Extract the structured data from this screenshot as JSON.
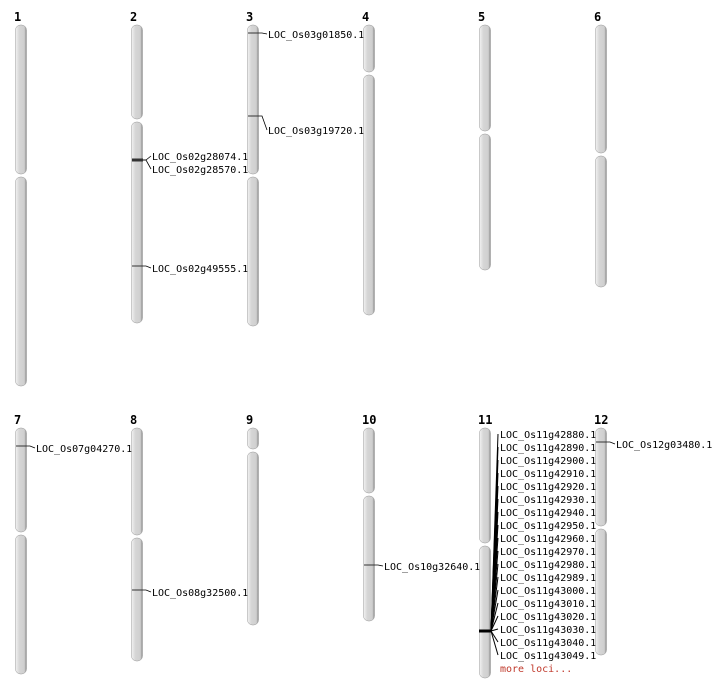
{
  "chromosomes": [
    {
      "name": "1",
      "loci": []
    },
    {
      "name": "2",
      "loci": [
        "LOC_Os02g28074.1",
        "LOC_Os02g28570.1",
        "LOC_Os02g49555.1"
      ]
    },
    {
      "name": "3",
      "loci": [
        "LOC_Os03g01850.1",
        "LOC_Os03g19720.1"
      ]
    },
    {
      "name": "4",
      "loci": []
    },
    {
      "name": "5",
      "loci": []
    },
    {
      "name": "6",
      "loci": []
    },
    {
      "name": "7",
      "loci": [
        "LOC_Os07g04270.1"
      ]
    },
    {
      "name": "8",
      "loci": [
        "LOC_Os08g32500.1"
      ]
    },
    {
      "name": "9",
      "loci": []
    },
    {
      "name": "10",
      "loci": [
        "LOC_Os10g32640.1"
      ]
    },
    {
      "name": "11",
      "loci": [
        "LOC_Os11g42880.1",
        "LOC_Os11g42890.1",
        "LOC_Os11g42900.1",
        "LOC_Os11g42910.1",
        "LOC_Os11g42920.1",
        "LOC_Os11g42930.1",
        "LOC_Os11g42940.1",
        "LOC_Os11g42950.1",
        "LOC_Os11g42960.1",
        "LOC_Os11g42970.1",
        "LOC_Os11g42980.1",
        "LOC_Os11g42989.1",
        "LOC_Os11g43000.1",
        "LOC_Os11g43010.1",
        "LOC_Os11g43020.1",
        "LOC_Os11g43030.1",
        "LOC_Os11g43040.1",
        "LOC_Os11g43049.1"
      ],
      "more": "more loci..."
    },
    {
      "name": "12",
      "loci": [
        "LOC_Os12g03480.1"
      ]
    }
  ],
  "colors": {
    "chromosome": "#d4d4d4",
    "marker": "#333333",
    "more": "#c0392b"
  }
}
